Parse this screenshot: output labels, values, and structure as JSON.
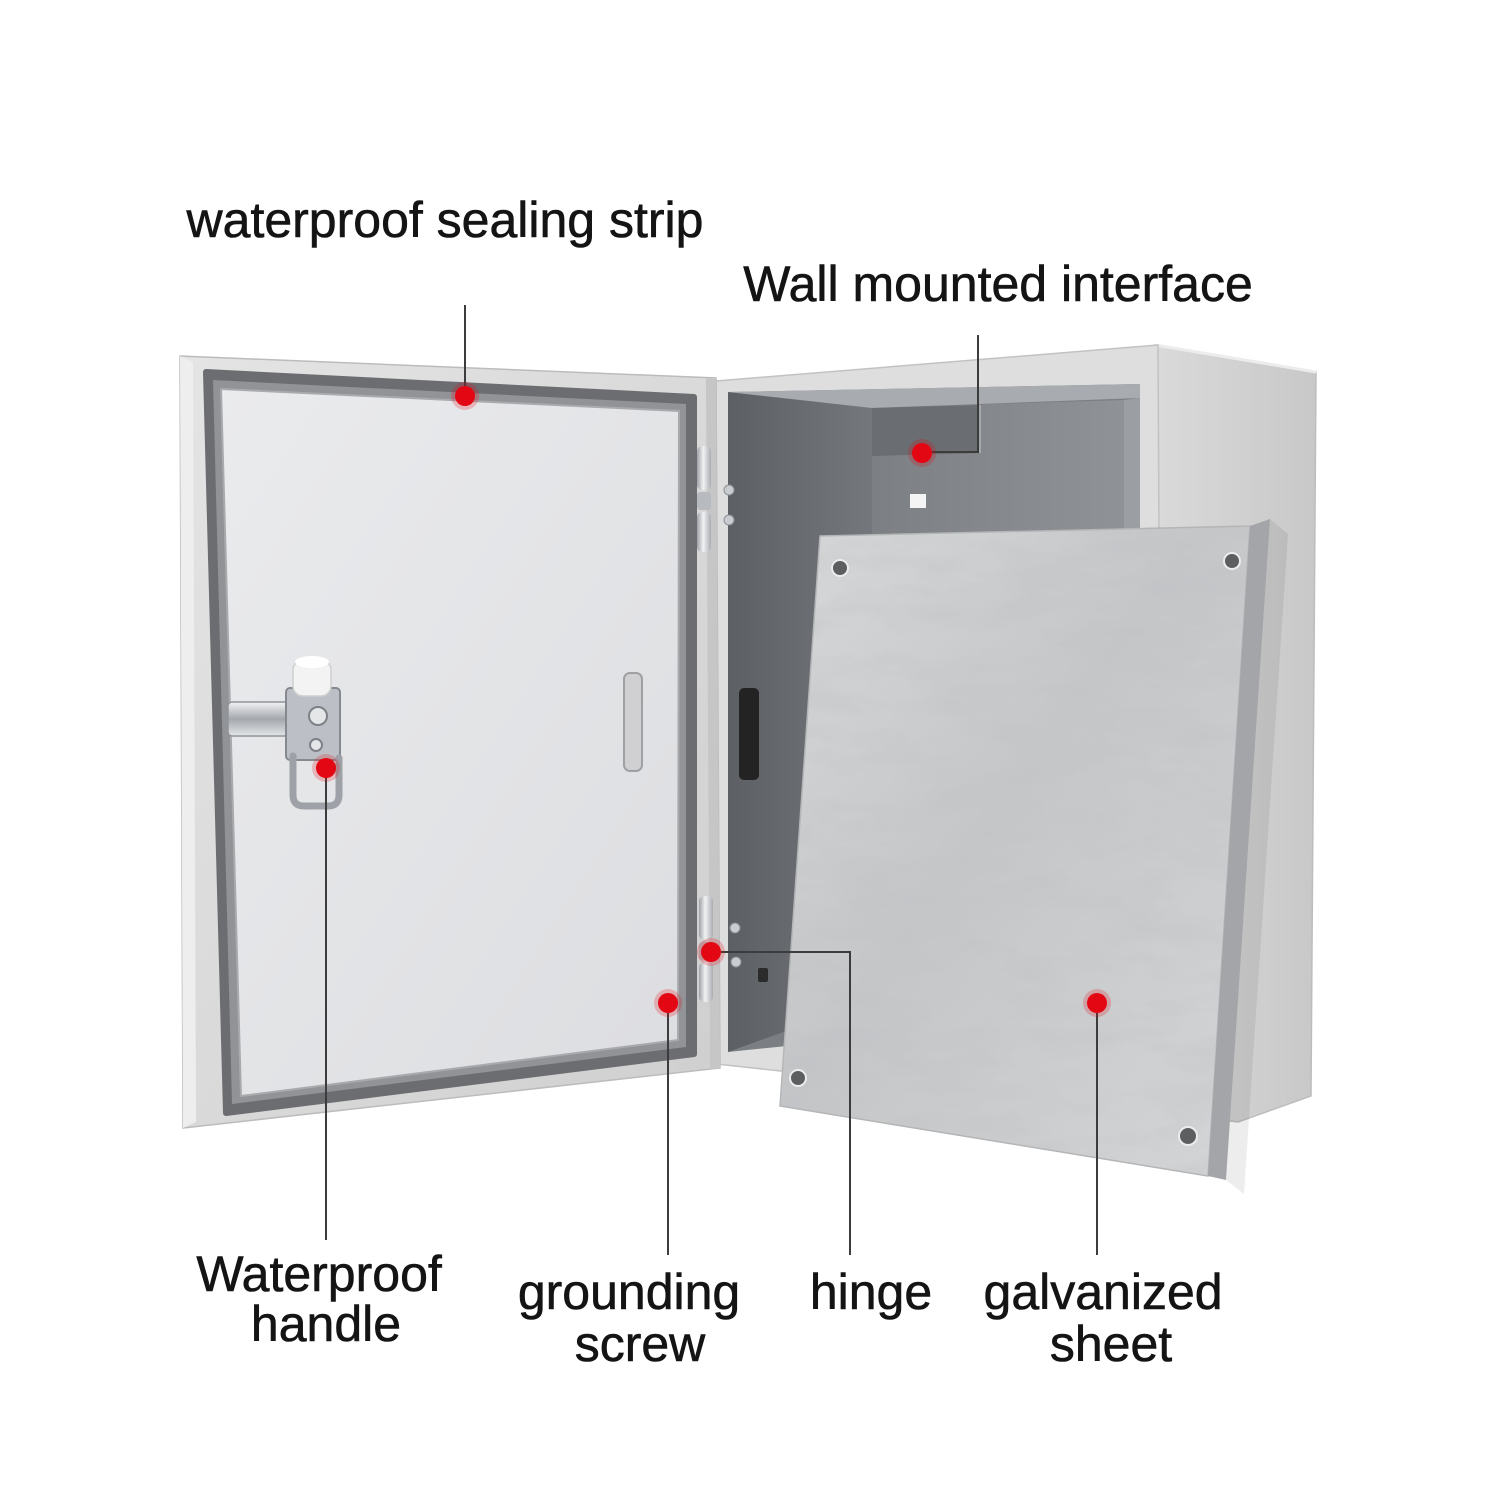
{
  "labels": {
    "sealing_strip": "waterproof sealing strip",
    "wall_mounted_interface": "Wall mounted interface",
    "waterproof_handle": [
      "Waterproof",
      "handle"
    ],
    "grounding_screw": [
      "grounding",
      "screw"
    ],
    "hinge": "hinge",
    "galvanized_sheet": [
      "galvanized",
      "sheet"
    ]
  },
  "colors": {
    "background": "#ffffff",
    "marker": "#e30613",
    "leader_line": "#3c3c3c",
    "label_text": "#141414"
  }
}
